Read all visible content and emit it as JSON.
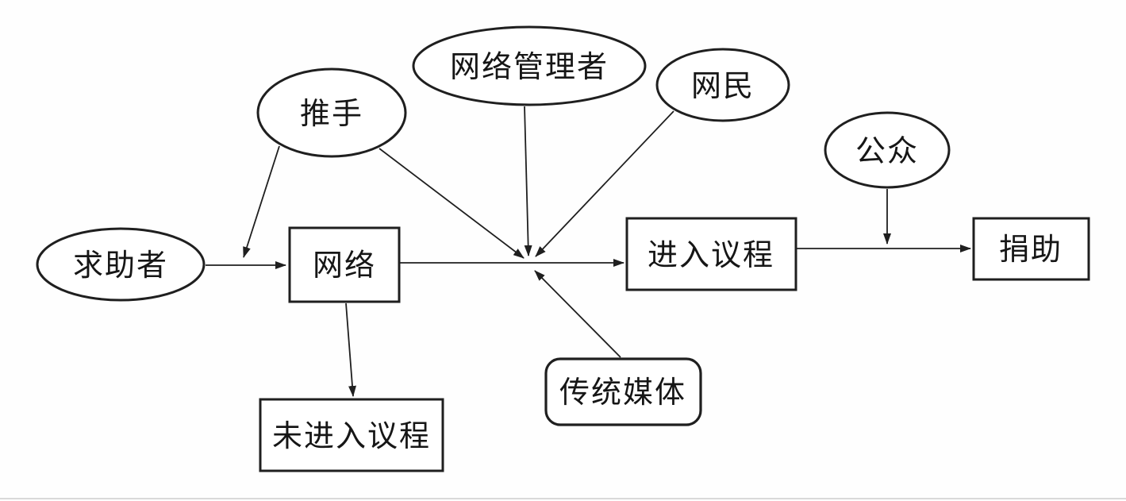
{
  "diagram": {
    "description": "Flowchart of online help-seeking agenda setting and donation process",
    "colors": {
      "stroke": "#1f1f1f",
      "text": "#161616",
      "background": "#fefefe",
      "baseline_rule": "#d9d9d9"
    },
    "nodes": [
      {
        "id": "seeker",
        "label": "求助者",
        "shape": "ellipse"
      },
      {
        "id": "pusher",
        "label": "推手",
        "shape": "ellipse"
      },
      {
        "id": "admin",
        "label": "网络管理者",
        "shape": "ellipse"
      },
      {
        "id": "netizen",
        "label": "网民",
        "shape": "ellipse"
      },
      {
        "id": "public",
        "label": "公众",
        "shape": "ellipse"
      },
      {
        "id": "network",
        "label": "网络",
        "shape": "rect"
      },
      {
        "id": "agenda",
        "label": "进入议程",
        "shape": "rect"
      },
      {
        "id": "donation",
        "label": "捐助",
        "shape": "rect"
      },
      {
        "id": "no-agenda",
        "label": "未进入议程",
        "shape": "rect"
      },
      {
        "id": "trad-media",
        "label": "传统媒体",
        "shape": "rounded-rect"
      }
    ],
    "edges": [
      {
        "from": "seeker",
        "to": "network",
        "arrow": true
      },
      {
        "from": "pusher",
        "to": "seeker-network-link",
        "arrow": true
      },
      {
        "from": "pusher",
        "to": "convergence-point",
        "arrow": true
      },
      {
        "from": "admin",
        "to": "convergence-point",
        "arrow": true
      },
      {
        "from": "netizen",
        "to": "convergence-point",
        "arrow": true
      },
      {
        "from": "trad-media",
        "to": "convergence-point",
        "arrow": true
      },
      {
        "from": "network",
        "to": "agenda",
        "arrow": true
      },
      {
        "from": "network",
        "to": "no-agenda",
        "arrow": true
      },
      {
        "from": "agenda",
        "to": "donation",
        "arrow": true
      },
      {
        "from": "public",
        "to": "agenda-donation-link",
        "arrow": true
      }
    ]
  }
}
